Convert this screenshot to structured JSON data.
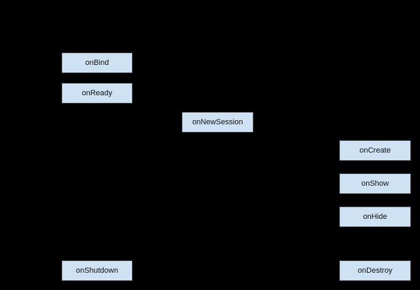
{
  "diagram": {
    "background_color": "#000000",
    "node_fill_color": "#cfe2f3",
    "node_border_color": "#3d4146",
    "node_text_color": "#111111",
    "nodes": [
      {
        "label": "onBind"
      },
      {
        "label": "onReady"
      },
      {
        "label": "onNewSession"
      },
      {
        "label": "onCreate"
      },
      {
        "label": "onShow"
      },
      {
        "label": "onHide"
      },
      {
        "label": "onShutdown"
      },
      {
        "label": "onDestroy"
      }
    ]
  }
}
